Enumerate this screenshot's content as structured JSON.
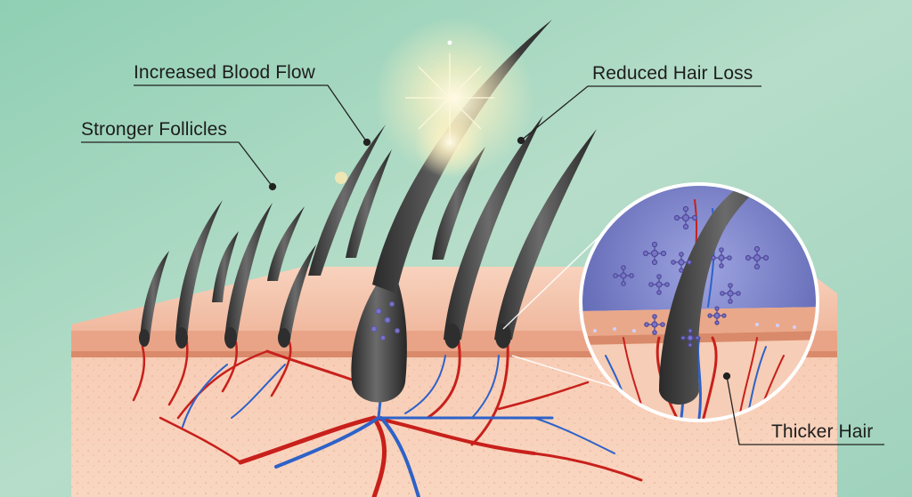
{
  "diagram": {
    "callouts": {
      "increased_blood_flow": "Increased Blood Flow",
      "stronger_follicles": "Stronger Follicles",
      "reduced_hair_loss": "Reduced Hair Loss",
      "thicker_hair": "Thicker Hair"
    },
    "colors": {
      "background_mint": "#a9d8c4",
      "skin_surface": "#f2c3ad",
      "dermis": "#f7cdb5",
      "artery_red": "#c8201b",
      "vein_blue": "#2e62c8",
      "hair_dark": "#3c3c3c",
      "molecule_purple": "#7a74c8",
      "inset_background": "#5c63b5",
      "callout_line": "#222222"
    }
  }
}
